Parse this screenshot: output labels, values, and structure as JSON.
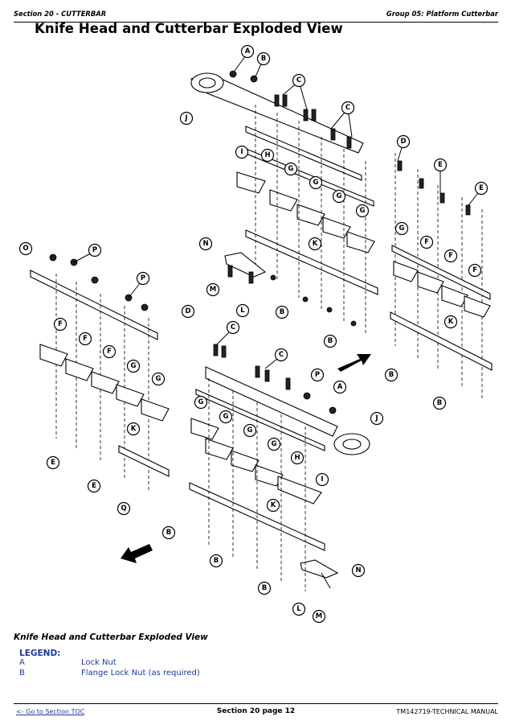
{
  "header": {
    "section": "Section 20 - CUTTERBAR",
    "group": "Group 05: Platform Cutterbar"
  },
  "title": "Knife Head and Cutterbar Exploded View",
  "figure": {
    "callout_letters": [
      "A",
      "B",
      "C",
      "D",
      "E",
      "F",
      "G",
      "H",
      "I",
      "J",
      "K",
      "L",
      "M",
      "N",
      "O",
      "P",
      "Q"
    ]
  },
  "caption": "Knife Head and Cutterbar Exploded View",
  "legend": {
    "title": "LEGEND:",
    "items": [
      {
        "key": "A",
        "text": "Lock Nut"
      },
      {
        "key": "B",
        "text": "Flange Lock Nut (as required)"
      }
    ]
  },
  "footer": {
    "toc_link": "<- Go to Section TOC",
    "page": "Section 20 page 12",
    "manual": "TM142719-TECHNICAL MANUAL"
  }
}
